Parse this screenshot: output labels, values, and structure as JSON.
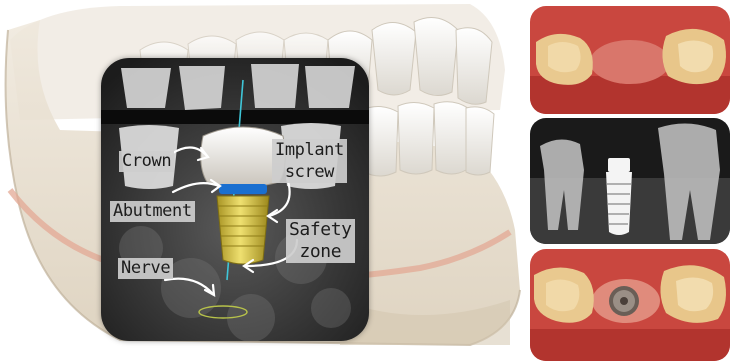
{
  "labels": {
    "crown": "Crown",
    "abutment": "Abutment",
    "nerve": "Nerve",
    "implant_line1": "Implant",
    "implant_line2": "screw",
    "safety_line1": "Safety",
    "safety_line2": "zone"
  },
  "colors": {
    "gum_tissue": "#e08b7c",
    "jaw_bone": "#e6dccb",
    "tooth_enamel": "#f2efe9",
    "implant_gold": "#d8c23a",
    "abutment_blue": "#1a6fd0",
    "nerve_cyan": "#3fc6d8",
    "xray_dark": "#141414",
    "photo_gum": "#c9473f"
  },
  "panels": [
    {
      "name": "before-photo",
      "content": "missing-tooth-gap"
    },
    {
      "name": "radiograph",
      "content": "implant-xray"
    },
    {
      "name": "after-photo",
      "content": "healing-abutment"
    }
  ]
}
